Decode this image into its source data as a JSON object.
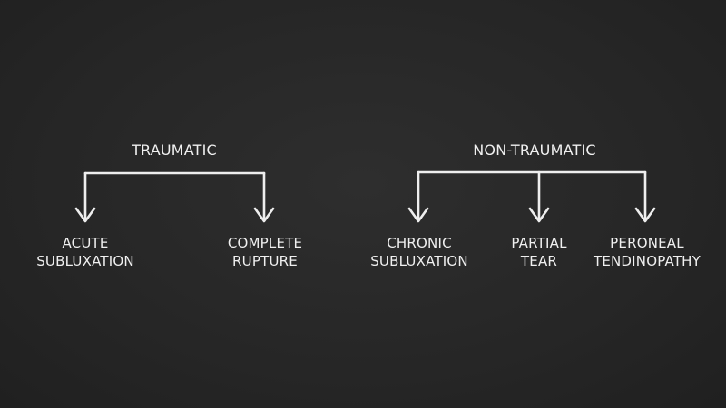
{
  "groups": [
    {
      "title": "TRAUMATIC",
      "items": [
        {
          "line1": "ACUTE",
          "line2": "SUBLUXATION"
        },
        {
          "line1": "COMPLETE",
          "line2": "RUPTURE"
        }
      ]
    },
    {
      "title": "NON-TRAUMATIC",
      "items": [
        {
          "line1": "CHRONIC",
          "line2": "SUBLUXATION"
        },
        {
          "line1": "PARTIAL",
          "line2": "TEAR"
        },
        {
          "line1": "PERONEAL",
          "line2": "TENDINOPATHY"
        }
      ]
    }
  ],
  "colors": {
    "background": "#262626",
    "chalk": "#eeeeee"
  }
}
